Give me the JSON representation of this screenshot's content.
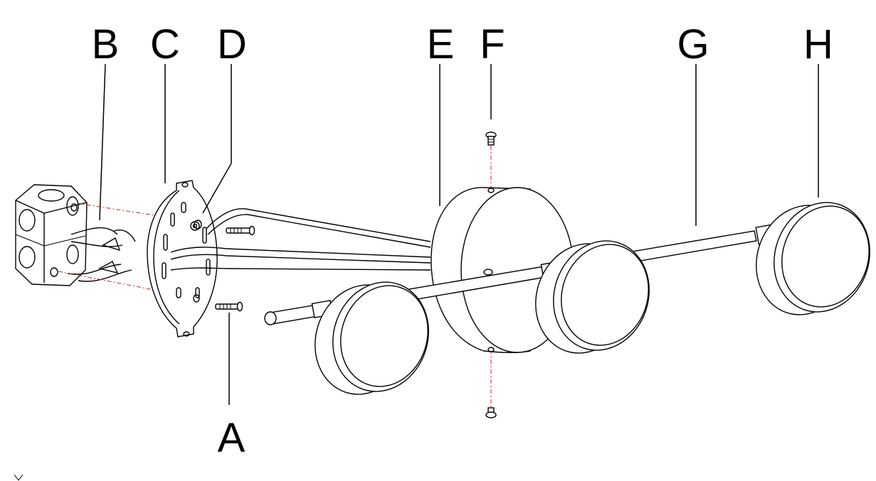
{
  "labels": {
    "a": "A",
    "b": "B",
    "c": "C",
    "d": "D",
    "e": "E",
    "f": "F",
    "g": "G",
    "h": "H"
  },
  "colors": {
    "line": "#000000",
    "guide": "#d82020",
    "background": "#ffffff"
  }
}
